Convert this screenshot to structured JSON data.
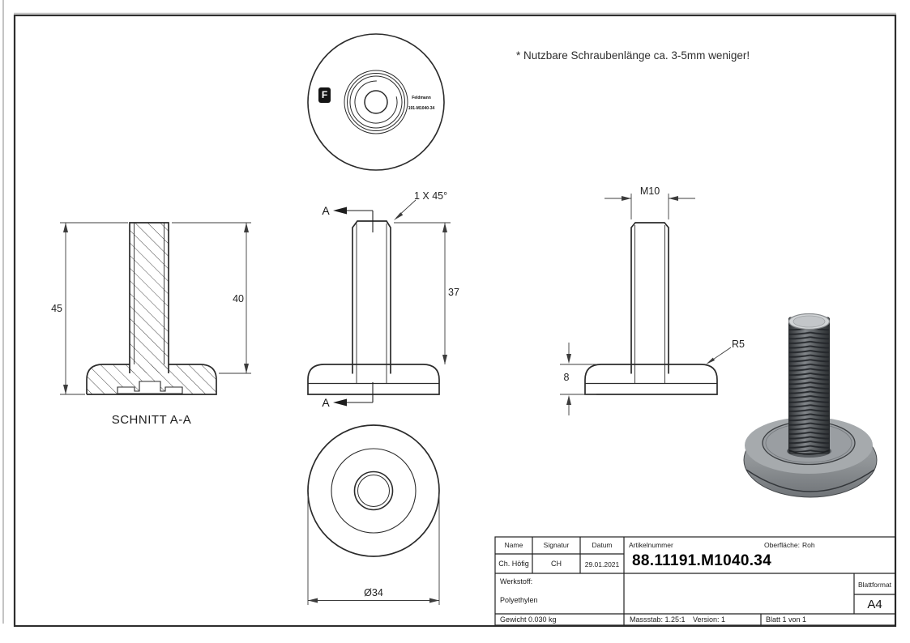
{
  "note": "* Nutzbare Schraubenlänge ca. 3-5mm weniger!",
  "drawing": {
    "top_view": {
      "brand": "Feldmann",
      "code": "191-M1040-34",
      "logo_letter": "F"
    },
    "section_view": {
      "caption": "SCHNITT A-A",
      "dim_total_height": "45",
      "dim_screw_length": "40"
    },
    "front_view": {
      "section_arrow_top": "A",
      "section_arrow_bottom": "A",
      "chamfer_callout": "1 X 45°",
      "dim_thread_length": "37"
    },
    "side_view": {
      "dim_thread": "M10",
      "dim_radius": "R5",
      "dim_base_height": "8"
    },
    "bottom_view": {
      "dim_diameter": "Ø34"
    }
  },
  "title_block": {
    "col_name": "Name",
    "col_signature": "Signatur",
    "col_date": "Datum",
    "name": "Ch. Höfig",
    "signature": "CH",
    "date": "29.01.2021",
    "article_label": "Artikelnummer",
    "article_number": "88.11191.M1040.34",
    "surface_label": "Oberfläche:",
    "surface_value": "Roh",
    "material_label": "Werkstoff:",
    "material_value": "Polyethylen",
    "format_label": "Blattformat",
    "format_value": "A4",
    "weight": "Gewicht 0.030 kg",
    "scale": "Massstab: 1.25:1",
    "version": "Version: 1",
    "sheet": "Blatt 1 von 1"
  },
  "colors": {
    "line": "#2b2b2b",
    "dim_line": "#3c3c3c",
    "render_base": "#9aa0a4",
    "render_stud": "#3f4246"
  }
}
